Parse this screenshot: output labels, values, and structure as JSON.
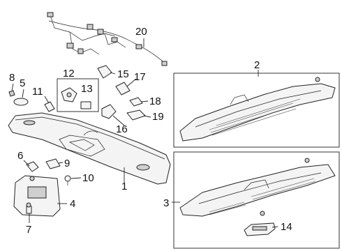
{
  "diagram": {
    "callouts": [
      {
        "id": "c1",
        "label": "1"
      },
      {
        "id": "c2",
        "label": "2"
      },
      {
        "id": "c3",
        "label": "3"
      },
      {
        "id": "c4",
        "label": "4"
      },
      {
        "id": "c5",
        "label": "5"
      },
      {
        "id": "c6",
        "label": "6"
      },
      {
        "id": "c7",
        "label": "7"
      },
      {
        "id": "c8",
        "label": "8"
      },
      {
        "id": "c9",
        "label": "9"
      },
      {
        "id": "c10",
        "label": "10"
      },
      {
        "id": "c11",
        "label": "11"
      },
      {
        "id": "c12",
        "label": "12"
      },
      {
        "id": "c13",
        "label": "13"
      },
      {
        "id": "c14",
        "label": "14"
      },
      {
        "id": "c15",
        "label": "15"
      },
      {
        "id": "c16",
        "label": "16"
      },
      {
        "id": "c17",
        "label": "17"
      },
      {
        "id": "c18",
        "label": "18"
      },
      {
        "id": "c19",
        "label": "19"
      },
      {
        "id": "c20",
        "label": "20"
      }
    ]
  }
}
